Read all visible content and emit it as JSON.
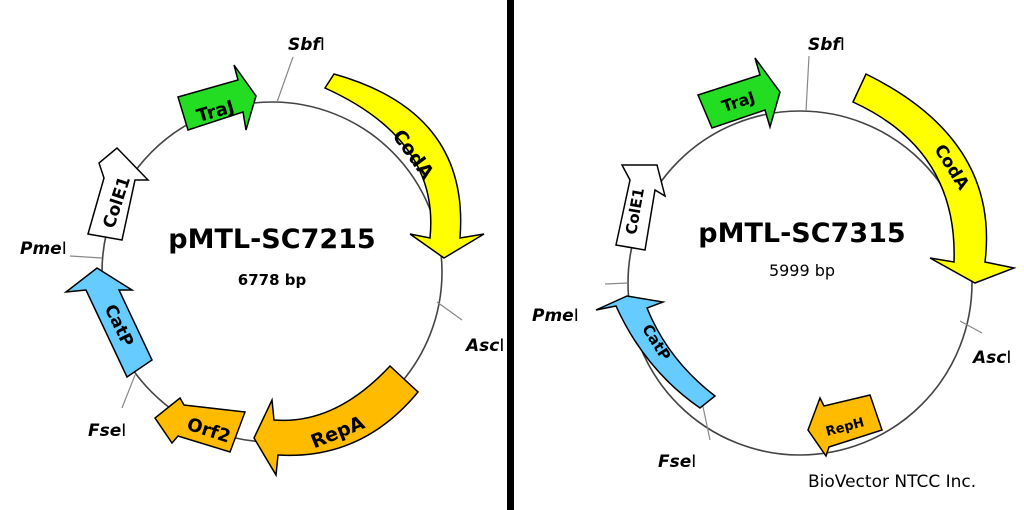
{
  "colors": {
    "codA": "#ffff00",
    "traJ": "#22dd22",
    "catP": "#66ccff",
    "rep": "#ffbb00",
    "colE1": "#ffffff",
    "divider": "#000000",
    "backbone": "#444444"
  },
  "left": {
    "title": "pMTL-SC7215",
    "size": "6778 bp",
    "features": {
      "codA": "CodA",
      "traJ": "TraJ",
      "colE1": "ColE1",
      "catP": "CatP",
      "orf2": "Orf2",
      "repA": "RepA"
    },
    "sites": {
      "sbf": {
        "italic": "Sbf",
        "rest": "I"
      },
      "asc": {
        "italic": "Asc",
        "rest": "I"
      },
      "pme": {
        "italic": "Pme",
        "rest": "I"
      },
      "fse": {
        "italic": "Fse",
        "rest": "I"
      }
    }
  },
  "right": {
    "title": "pMTL-SC7315",
    "size": "5999 bp",
    "features": {
      "codA": "CodA",
      "traJ": "TraJ",
      "colE1": "ColE1",
      "catP": "CatP",
      "repH": "RepH"
    },
    "sites": {
      "sbf": {
        "italic": "Sbf",
        "rest": "I"
      },
      "asc": {
        "italic": "Asc",
        "rest": "I"
      },
      "pme": {
        "italic": "Pme",
        "rest": "I"
      },
      "fse": {
        "italic": "Fse",
        "rest": "I"
      }
    }
  },
  "credit": "BioVector NTCC Inc."
}
